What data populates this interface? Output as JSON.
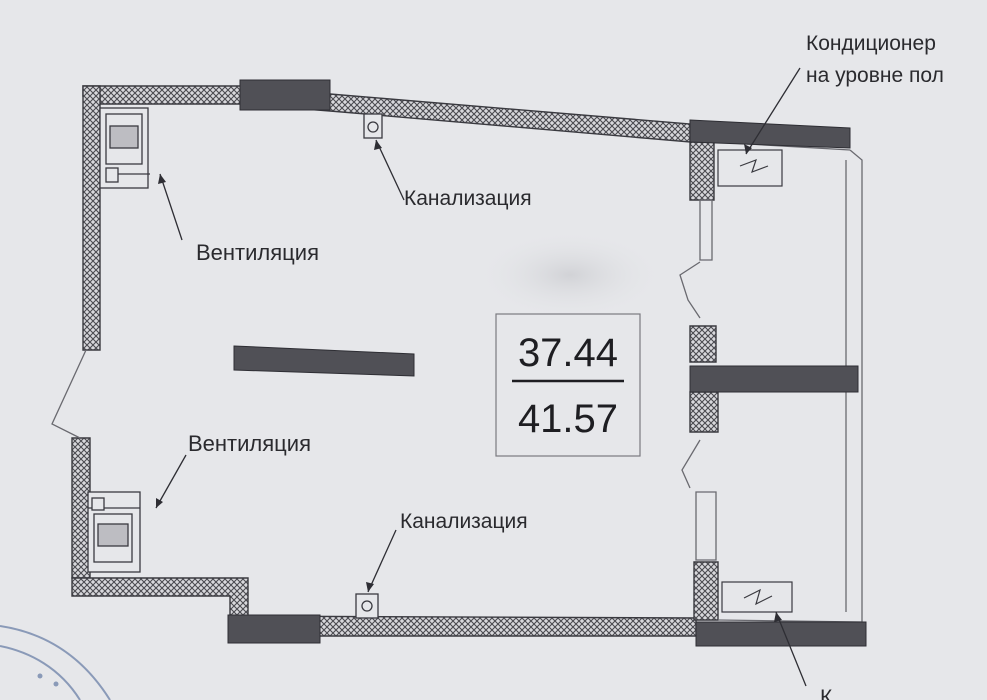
{
  "plan": {
    "labels": {
      "ac_top_line1": "Кондиционер",
      "ac_top_line2": "на уровне пол",
      "sewer_top": "Канализация",
      "vent_top": "Вентиляция",
      "vent_bottom": "Вентиляция",
      "sewer_bottom": "Канализация",
      "ac_bottom_cut": "К"
    },
    "area": {
      "living": "37.44",
      "total": "41.57"
    },
    "colors": {
      "paper": "#e6e7ea",
      "wall_fill": "#d8d8dc",
      "wall_hatch": "#4a4a50",
      "column": "#505056",
      "line": "#6a6a70",
      "text": "#2a2a2e",
      "stamp": "#8a9ab8"
    }
  }
}
